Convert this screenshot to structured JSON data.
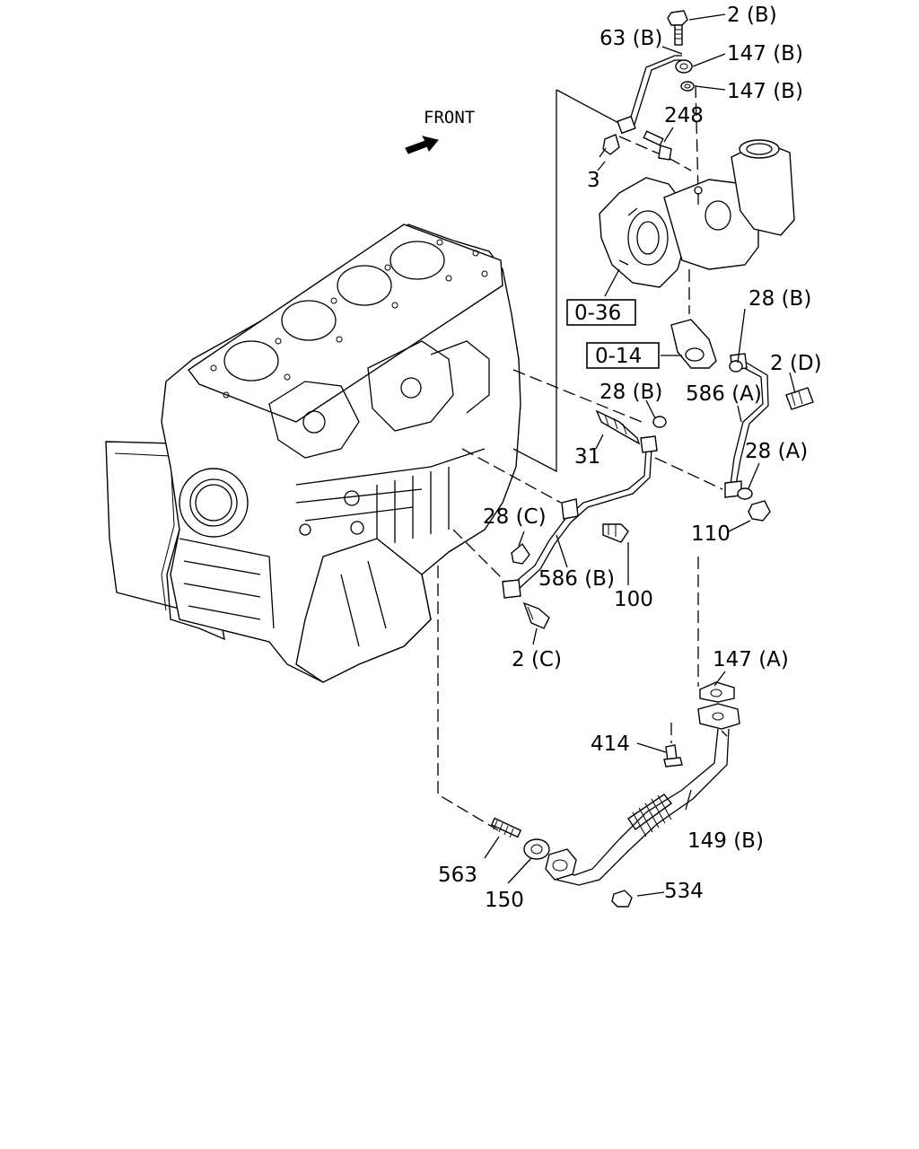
{
  "diagram": {
    "direction_label": "FRONT",
    "callouts": {
      "c_2B": "2 (B)",
      "c_63B": "63 (B)",
      "c_147B_1": "147 (B)",
      "c_147B_2": "147 (B)",
      "c_248": "248",
      "c_3": "3",
      "c_0_36": "0-36",
      "c_28B_1": "28 (B)",
      "c_0_14": "0-14",
      "c_2D": "2 (D)",
      "c_28B_2": "28 (B)",
      "c_586A": "586 (A)",
      "c_31": "31",
      "c_28A": "28 (A)",
      "c_28C": "28 (C)",
      "c_586B": "586 (B)",
      "c_110": "110",
      "c_100": "100",
      "c_2C": "2 (C)",
      "c_147A": "147 (A)",
      "c_414": "414",
      "c_149B": "149 (B)",
      "c_563": "563",
      "c_150": "150",
      "c_534": "534"
    }
  }
}
